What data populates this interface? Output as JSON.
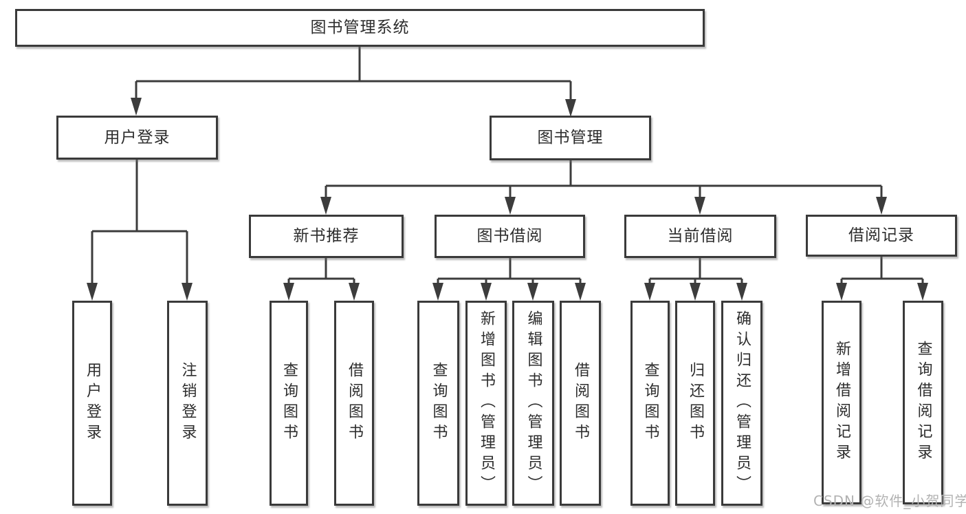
{
  "diagram": {
    "root": {
      "label": "图书管理系统"
    },
    "branches": [
      {
        "label": "用户登录",
        "children": [
          {
            "label": "用户登录"
          },
          {
            "label": "注销登录"
          }
        ]
      },
      {
        "label": "图书管理",
        "children": [
          {
            "label": "新书推荐",
            "children": [
              {
                "label": "查询图书"
              },
              {
                "label": "借阅图书"
              }
            ]
          },
          {
            "label": "图书借阅",
            "children": [
              {
                "label": "查询图书"
              },
              {
                "label": "新增图书（管理员）"
              },
              {
                "label": "编辑图书（管理员）"
              },
              {
                "label": "借阅图书"
              }
            ]
          },
          {
            "label": "当前借阅",
            "children": [
              {
                "label": "查询图书"
              },
              {
                "label": "归还图书"
              },
              {
                "label": "确认归还（管理员）"
              }
            ]
          },
          {
            "label": "借阅记录",
            "children": [
              {
                "label": "新增借阅记录"
              },
              {
                "label": "查询借阅记录"
              }
            ]
          }
        ]
      }
    ]
  },
  "watermark": {
    "text": "CSDN @软件_小贺同学"
  },
  "colors": {
    "line": "#3c3c3c",
    "box_border": "#3a3a3a",
    "text": "#2d2d2d",
    "watermark": "#b2b2b2",
    "background": "#ffffff"
  }
}
